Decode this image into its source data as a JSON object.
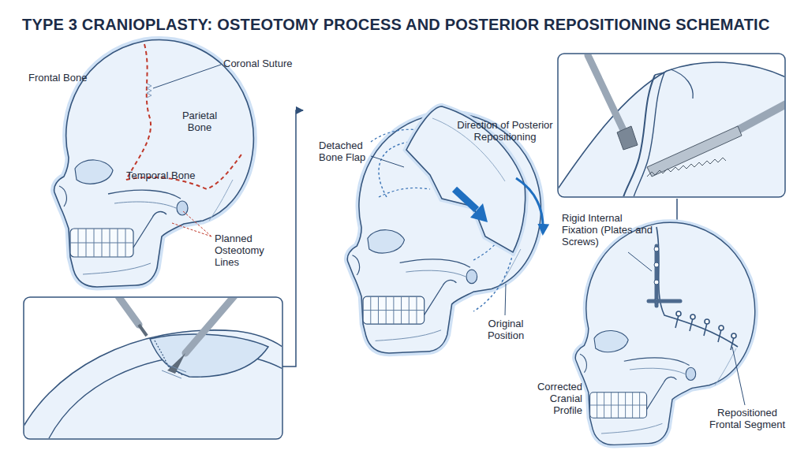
{
  "diagram": {
    "title": "TYPE 3 CRANIOPLASTY: OSTEOTOMY PROCESS AND POSTERIOR REPOSITIONING SCHEMATIC",
    "labels": [
      "Frontal Bone",
      "Coronal Suture",
      "Parietal Bone",
      "Temporal Bone",
      "Planned Osteotomy Lines",
      "Detached Bone Flap",
      "Direction of Posterior Repositioning",
      "Original Position",
      "Rigid Internal Fixation (Plates and Screws)",
      "Corrected Cranial Profile",
      "Repositioned Frontal Segment"
    ]
  }
}
